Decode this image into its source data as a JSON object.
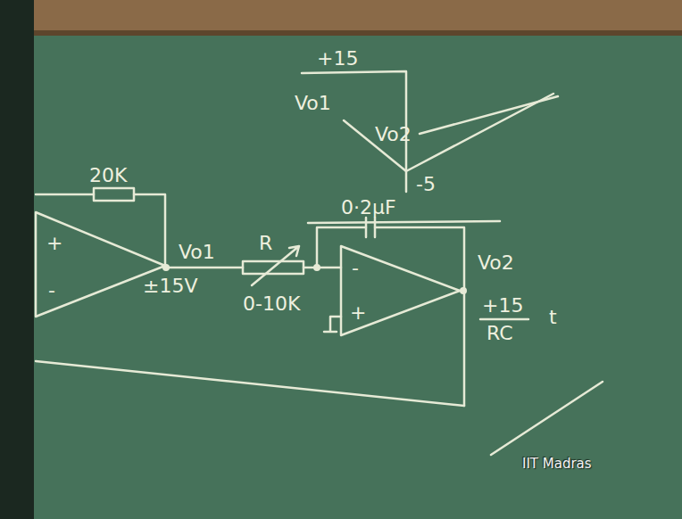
{
  "diagram": {
    "labels": [
      "+15",
      "Vo1",
      "Vo2",
      "-5",
      "20K",
      "+",
      "-",
      "Vo1",
      "±15V",
      "R",
      "0-10K",
      "0·2µF",
      "-",
      "+",
      "Vo2",
      "+15",
      "RC",
      "t",
      "IIT Madras"
    ]
  }
}
